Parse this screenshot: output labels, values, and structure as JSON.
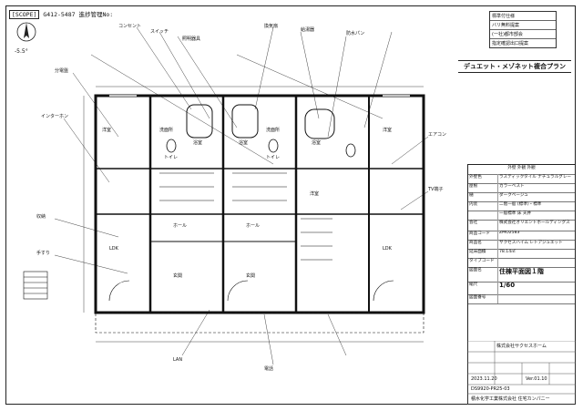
{
  "header": {
    "scope_label": "[SCOPE]",
    "number": "G412-5487",
    "management_label": "進捗管理No:"
  },
  "north": {
    "angle_label": "-5.5°"
  },
  "stamp_box": {
    "lines": [
      "標準付仕様",
      "バリ無料提案",
      "(一社)都市部会",
      "指定確認出口提案"
    ]
  },
  "plan": {
    "title": "デュエット・メゾネット複合プラン",
    "room_labels": [
      "洋室",
      "LDK",
      "浴室",
      "洗面所",
      "トイレ",
      "玄関",
      "ホール",
      "洋室",
      "LDK",
      "浴室",
      "洗面所",
      "トイレ",
      "玄関",
      "ホール",
      "洋室",
      "浴室"
    ],
    "note_lines": [
      "コンセント",
      "スイッチ",
      "照明器具",
      "換気扇",
      "給湯器",
      "防水パン",
      "分電盤",
      "インターホン",
      "収納",
      "手すり",
      "エアコン",
      "TV端子",
      "LAN",
      "電話"
    ]
  },
  "title_block": {
    "header_row": "外壁  外観  外観",
    "rows": [
      {
        "key": "外壁色",
        "value": "ラスティックタイル  ナチュラルグレー"
      },
      {
        "key": "屋根",
        "value": "カラーベスト"
      },
      {
        "key": "樋",
        "value": "ダークベージュ"
      },
      {
        "key": "内装",
        "value": "二階一般 (標準)・標準"
      },
      {
        "key": "",
        "value": "一般標準  床  天井"
      },
      {
        "key": "会社",
        "value": "株式会社オリエントホールディングス"
      },
      {
        "key": "商品コード",
        "value": "ZMO2583"
      },
      {
        "key": "商品名",
        "value": "サクセスハイム  レトアジュエット"
      },
      {
        "key": "延床面積",
        "value": "78.14㎡"
      },
      {
        "key": "タイプコード",
        "value": ""
      },
      {
        "key": "図面名",
        "value": "住棟平面図１階"
      },
      {
        "key": "縮尺",
        "value": "1/60"
      },
      {
        "key": "図面番号",
        "value": ""
      }
    ],
    "bottom": {
      "company_line": "株式会社サクセスホーム",
      "date": "2023.11.20",
      "version": "Ver.01.10",
      "code": "DS9920-PR25-03",
      "builder": "積水化学工業株式会社  住宅カンパニー"
    }
  }
}
